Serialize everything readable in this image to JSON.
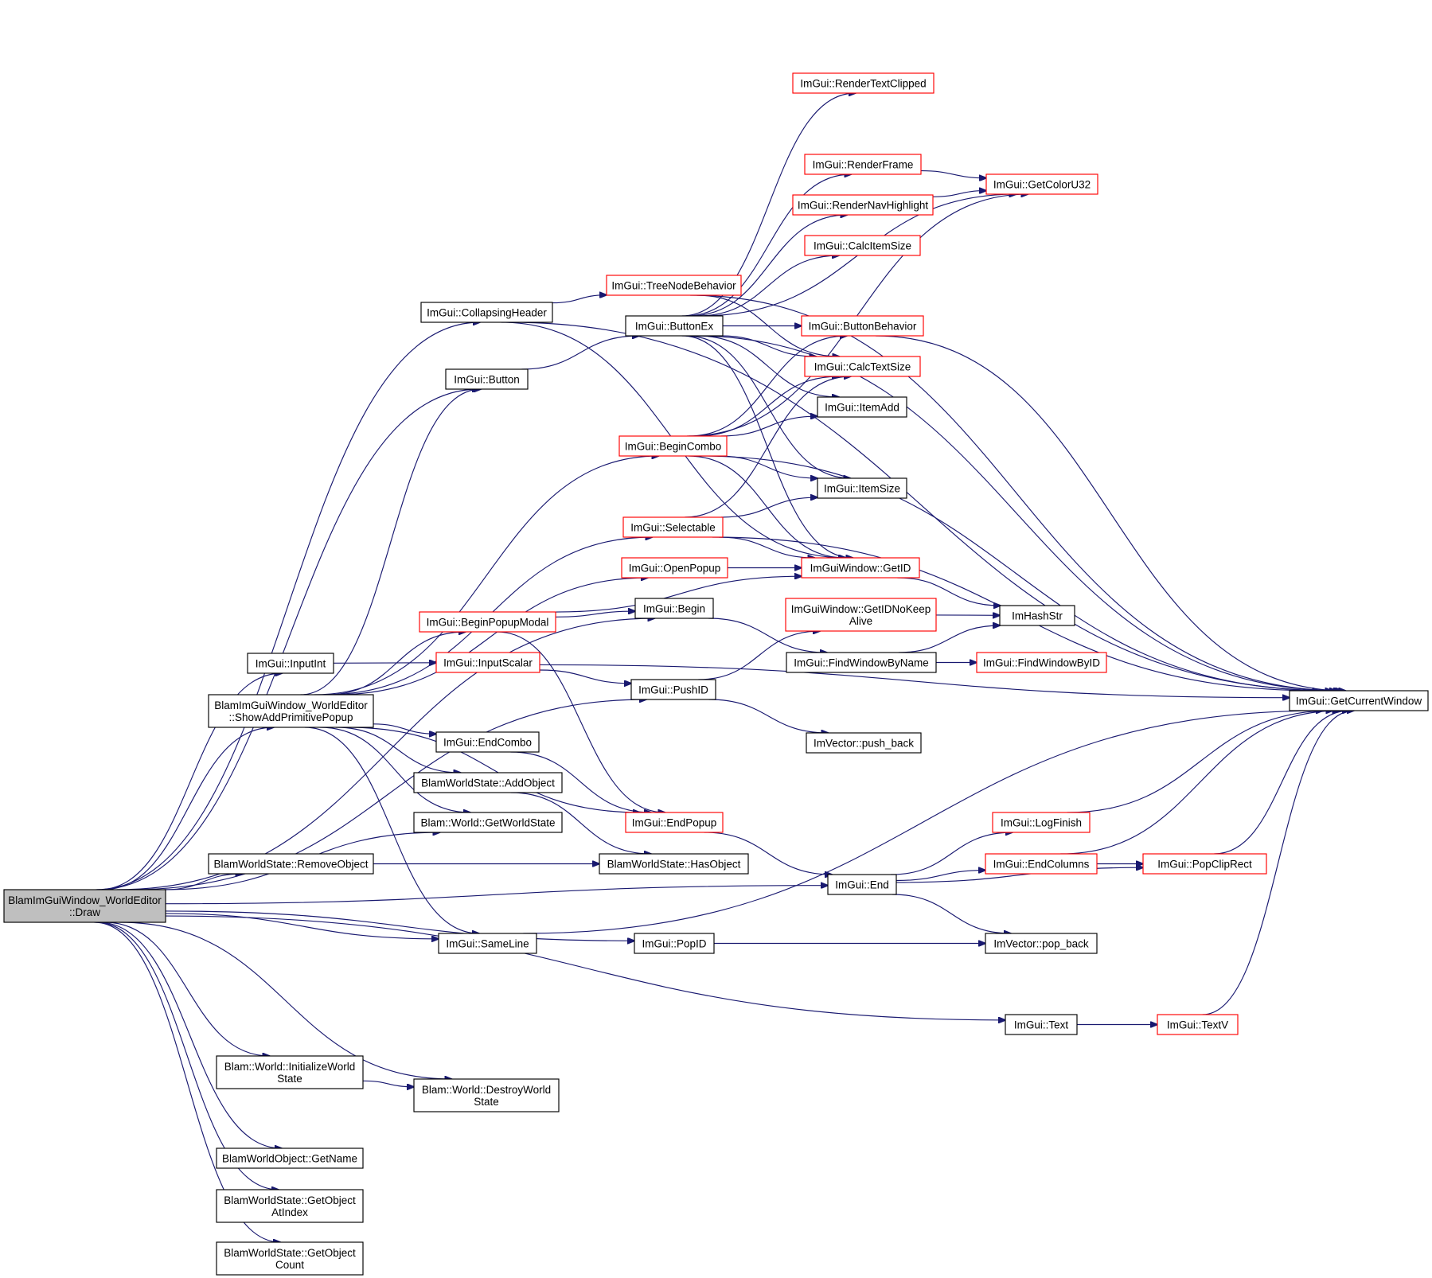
{
  "title": "",
  "colors": {
    "edge": "#191970",
    "node_border": "#000000",
    "truncated_border": "#ff0000",
    "root_fill": "#bfbfbf",
    "node_fill": "#ffffff"
  },
  "nodes": [
    {
      "id": "draw",
      "lines": [
        "BlamImGuiWindow_WorldEditor",
        "::Draw"
      ],
      "style": "root"
    },
    {
      "id": "showAdd",
      "lines": [
        "BlamImGuiWindow_WorldEditor",
        "::ShowAddPrimitivePopup"
      ],
      "style": "normal"
    },
    {
      "id": "collapsing",
      "lines": [
        "ImGui::CollapsingHeader"
      ],
      "style": "normal"
    },
    {
      "id": "button",
      "lines": [
        "ImGui::Button"
      ],
      "style": "normal"
    },
    {
      "id": "inputInt",
      "lines": [
        "ImGui::InputInt"
      ],
      "style": "normal"
    },
    {
      "id": "removeObj",
      "lines": [
        "BlamWorldState::RemoveObject"
      ],
      "style": "normal"
    },
    {
      "id": "initWorld",
      "lines": [
        "Blam::World::InitializeWorld",
        "State"
      ],
      "style": "normal"
    },
    {
      "id": "getName",
      "lines": [
        "BlamWorldObject::GetName"
      ],
      "style": "normal"
    },
    {
      "id": "getObjAt",
      "lines": [
        "BlamWorldState::GetObject",
        "AtIndex"
      ],
      "style": "normal"
    },
    {
      "id": "getObjCount",
      "lines": [
        "BlamWorldState::GetObject",
        "Count"
      ],
      "style": "normal"
    },
    {
      "id": "treeNode",
      "lines": [
        "ImGui::TreeNodeBehavior"
      ],
      "style": "truncated"
    },
    {
      "id": "buttonEx",
      "lines": [
        "ImGui::ButtonEx"
      ],
      "style": "normal"
    },
    {
      "id": "beginCombo",
      "lines": [
        "ImGui::BeginCombo"
      ],
      "style": "truncated"
    },
    {
      "id": "selectable",
      "lines": [
        "ImGui::Selectable"
      ],
      "style": "truncated"
    },
    {
      "id": "openPopup",
      "lines": [
        "ImGui::OpenPopup"
      ],
      "style": "truncated"
    },
    {
      "id": "begin",
      "lines": [
        "ImGui::Begin"
      ],
      "style": "normal"
    },
    {
      "id": "beginPopupModal",
      "lines": [
        "ImGui::BeginPopupModal"
      ],
      "style": "truncated"
    },
    {
      "id": "inputScalar",
      "lines": [
        "ImGui::InputScalar"
      ],
      "style": "truncated"
    },
    {
      "id": "pushID",
      "lines": [
        "ImGui::PushID"
      ],
      "style": "normal"
    },
    {
      "id": "endCombo",
      "lines": [
        "ImGui::EndCombo"
      ],
      "style": "normal"
    },
    {
      "id": "addObject",
      "lines": [
        "BlamWorldState::AddObject"
      ],
      "style": "normal"
    },
    {
      "id": "getWorldState",
      "lines": [
        "Blam::World::GetWorldState"
      ],
      "style": "normal"
    },
    {
      "id": "endPopup",
      "lines": [
        "ImGui::EndPopup"
      ],
      "style": "truncated"
    },
    {
      "id": "hasObject",
      "lines": [
        "BlamWorldState::HasObject"
      ],
      "style": "normal"
    },
    {
      "id": "sameLine",
      "lines": [
        "ImGui::SameLine"
      ],
      "style": "normal"
    },
    {
      "id": "popID",
      "lines": [
        "ImGui::PopID"
      ],
      "style": "normal"
    },
    {
      "id": "destroyWorld",
      "lines": [
        "Blam::World::DestroyWorld",
        "State"
      ],
      "style": "normal"
    },
    {
      "id": "renderTextClipped",
      "lines": [
        "ImGui::RenderTextClipped"
      ],
      "style": "truncated"
    },
    {
      "id": "renderFrame",
      "lines": [
        "ImGui::RenderFrame"
      ],
      "style": "truncated"
    },
    {
      "id": "renderNav",
      "lines": [
        "ImGui::RenderNavHighlight"
      ],
      "style": "truncated"
    },
    {
      "id": "calcItemSize",
      "lines": [
        "ImGui::CalcItemSize"
      ],
      "style": "truncated"
    },
    {
      "id": "buttonBehavior",
      "lines": [
        "ImGui::ButtonBehavior"
      ],
      "style": "truncated"
    },
    {
      "id": "calcTextSize",
      "lines": [
        "ImGui::CalcTextSize"
      ],
      "style": "truncated"
    },
    {
      "id": "itemAdd",
      "lines": [
        "ImGui::ItemAdd"
      ],
      "style": "normal"
    },
    {
      "id": "itemSize",
      "lines": [
        "ImGui::ItemSize"
      ],
      "style": "normal"
    },
    {
      "id": "getID",
      "lines": [
        "ImGuiWindow::GetID"
      ],
      "style": "truncated"
    },
    {
      "id": "getIDNoKeep",
      "lines": [
        "ImGuiWindow::GetIDNoKeep",
        "Alive"
      ],
      "style": "truncated"
    },
    {
      "id": "findByName",
      "lines": [
        "ImGui::FindWindowByName"
      ],
      "style": "normal"
    },
    {
      "id": "pushBack",
      "lines": [
        "ImVector::push_back"
      ],
      "style": "normal"
    },
    {
      "id": "end",
      "lines": [
        "ImGui::End"
      ],
      "style": "normal"
    },
    {
      "id": "text",
      "lines": [
        "ImGui::Text"
      ],
      "style": "normal"
    },
    {
      "id": "getColorU32",
      "lines": [
        "ImGui::GetColorU32"
      ],
      "style": "truncated"
    },
    {
      "id": "imHashStr",
      "lines": [
        "ImHashStr"
      ],
      "style": "normal"
    },
    {
      "id": "findByID",
      "lines": [
        "ImGui::FindWindowByID"
      ],
      "style": "truncated"
    },
    {
      "id": "logFinish",
      "lines": [
        "ImGui::LogFinish"
      ],
      "style": "truncated"
    },
    {
      "id": "endColumns",
      "lines": [
        "ImGui::EndColumns"
      ],
      "style": "truncated"
    },
    {
      "id": "popBack",
      "lines": [
        "ImVector::pop_back"
      ],
      "style": "normal"
    },
    {
      "id": "textV",
      "lines": [
        "ImGui::TextV"
      ],
      "style": "truncated"
    },
    {
      "id": "popClipRect",
      "lines": [
        "ImGui::PopClipRect"
      ],
      "style": "truncated"
    },
    {
      "id": "getCurrentWindow",
      "lines": [
        "ImGui::GetCurrentWindow"
      ],
      "style": "normal"
    }
  ],
  "edges": [
    [
      "draw",
      "showAdd"
    ],
    [
      "draw",
      "collapsing"
    ],
    [
      "draw",
      "button"
    ],
    [
      "draw",
      "inputInt"
    ],
    [
      "draw",
      "removeObj"
    ],
    [
      "draw",
      "initWorld"
    ],
    [
      "draw",
      "getName"
    ],
    [
      "draw",
      "getObjAt"
    ],
    [
      "draw",
      "getObjCount"
    ],
    [
      "draw",
      "begin"
    ],
    [
      "draw",
      "pushID"
    ],
    [
      "draw",
      "getWorldState"
    ],
    [
      "draw",
      "sameLine"
    ],
    [
      "draw",
      "popID"
    ],
    [
      "draw",
      "destroyWorld"
    ],
    [
      "draw",
      "end"
    ],
    [
      "draw",
      "text"
    ],
    [
      "showAdd",
      "button"
    ],
    [
      "showAdd",
      "beginCombo"
    ],
    [
      "showAdd",
      "selectable"
    ],
    [
      "showAdd",
      "openPopup"
    ],
    [
      "showAdd",
      "beginPopupModal"
    ],
    [
      "showAdd",
      "endCombo"
    ],
    [
      "showAdd",
      "addObject"
    ],
    [
      "showAdd",
      "getWorldState"
    ],
    [
      "showAdd",
      "endPopup"
    ],
    [
      "showAdd",
      "sameLine"
    ],
    [
      "collapsing",
      "treeNode"
    ],
    [
      "collapsing",
      "getCurrentWindow"
    ],
    [
      "collapsing",
      "getID"
    ],
    [
      "button",
      "buttonEx"
    ],
    [
      "inputInt",
      "inputScalar"
    ],
    [
      "removeObj",
      "hasObject"
    ],
    [
      "initWorld",
      "destroyWorld"
    ],
    [
      "treeNode",
      "getCurrentWindow"
    ],
    [
      "treeNode",
      "calcTextSize"
    ],
    [
      "buttonEx",
      "renderTextClipped"
    ],
    [
      "buttonEx",
      "renderFrame"
    ],
    [
      "buttonEx",
      "renderNav"
    ],
    [
      "buttonEx",
      "calcItemSize"
    ],
    [
      "buttonEx",
      "buttonBehavior"
    ],
    [
      "buttonEx",
      "calcTextSize"
    ],
    [
      "buttonEx",
      "itemAdd"
    ],
    [
      "buttonEx",
      "itemSize"
    ],
    [
      "buttonEx",
      "getID"
    ],
    [
      "buttonEx",
      "getCurrentWindow"
    ],
    [
      "buttonEx",
      "getColorU32"
    ],
    [
      "beginCombo",
      "buttonBehavior"
    ],
    [
      "beginCombo",
      "calcTextSize"
    ],
    [
      "beginCombo",
      "itemAdd"
    ],
    [
      "beginCombo",
      "itemSize"
    ],
    [
      "beginCombo",
      "getID"
    ],
    [
      "beginCombo",
      "getCurrentWindow"
    ],
    [
      "beginCombo",
      "getColorU32"
    ],
    [
      "selectable",
      "calcTextSize"
    ],
    [
      "selectable",
      "itemSize"
    ],
    [
      "selectable",
      "getID"
    ],
    [
      "selectable",
      "getCurrentWindow"
    ],
    [
      "openPopup",
      "getID"
    ],
    [
      "beginPopupModal",
      "begin"
    ],
    [
      "beginPopupModal",
      "getID"
    ],
    [
      "beginPopupModal",
      "endPopup"
    ],
    [
      "inputScalar",
      "pushID"
    ],
    [
      "inputScalar",
      "getCurrentWindow"
    ],
    [
      "begin",
      "findByName"
    ],
    [
      "pushID",
      "getIDNoKeep"
    ],
    [
      "pushID",
      "pushBack"
    ],
    [
      "endCombo",
      "endPopup"
    ],
    [
      "addObject",
      "hasObject"
    ],
    [
      "endPopup",
      "end"
    ],
    [
      "renderFrame",
      "getColorU32"
    ],
    [
      "renderNav",
      "getColorU32"
    ],
    [
      "buttonBehavior",
      "getCurrentWindow"
    ],
    [
      "getID",
      "imHashStr"
    ],
    [
      "getIDNoKeep",
      "imHashStr"
    ],
    [
      "findByName",
      "imHashStr"
    ],
    [
      "findByName",
      "findByID"
    ],
    [
      "end",
      "logFinish"
    ],
    [
      "end",
      "endColumns"
    ],
    [
      "end",
      "popClipRect"
    ],
    [
      "end",
      "popBack"
    ],
    [
      "popID",
      "popBack"
    ],
    [
      "sameLine",
      "getCurrentWindow"
    ],
    [
      "text",
      "textV"
    ],
    [
      "textV",
      "getCurrentWindow"
    ],
    [
      "logFinish",
      "getCurrentWindow"
    ],
    [
      "endColumns",
      "popClipRect"
    ],
    [
      "endColumns",
      "getCurrentWindow"
    ],
    [
      "popClipRect",
      "getCurrentWindow"
    ]
  ]
}
